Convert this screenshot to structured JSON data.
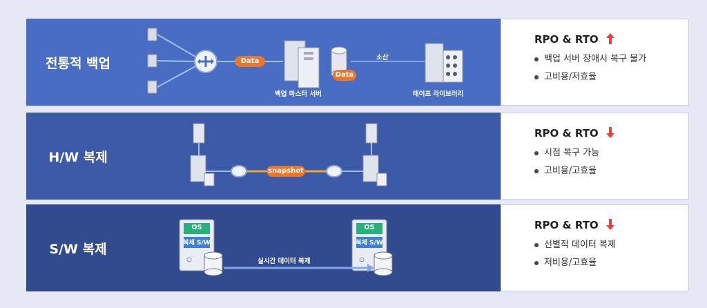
{
  "rows": [
    {
      "title": "전통적 백업",
      "labels": {
        "data1": "Data",
        "data2": "Data",
        "transfer": "소산",
        "master_server": "백업 마스터 서버",
        "tape_library": "테이프 라이브러리"
      },
      "panel": {
        "heading": "RPO & RTO",
        "trend": "up",
        "bullets": [
          "백업 서버 장애시 복구 불가",
          "고비용/저효율"
        ]
      }
    },
    {
      "title": "H/W 복제",
      "labels": {
        "link": "snapshot"
      },
      "panel": {
        "heading": "RPO & RTO",
        "trend": "down",
        "bullets": [
          "시점 복구 가능",
          "고비용/고효율"
        ]
      }
    },
    {
      "title": "S/W 복제",
      "labels": {
        "os_left": "OS",
        "sw_left": "복제 S/W",
        "os_right": "OS",
        "sw_right": "복제 S/W",
        "transfer": "실시간 데이터 복제"
      },
      "panel": {
        "heading": "RPO & RTO",
        "trend": "down",
        "bullets": [
          "선별적 데이터 복제",
          "저비용/고효율"
        ]
      }
    }
  ],
  "colors": {
    "band1": "#4a6dc4",
    "band2": "#3d5aa8",
    "band3": "#324a8e",
    "accent": "#e8772e",
    "up_arrow": "#e8413c",
    "down_arrow": "#e8413c",
    "snapshot_line": "#f0a830",
    "flow_line": "#7da6f0"
  }
}
